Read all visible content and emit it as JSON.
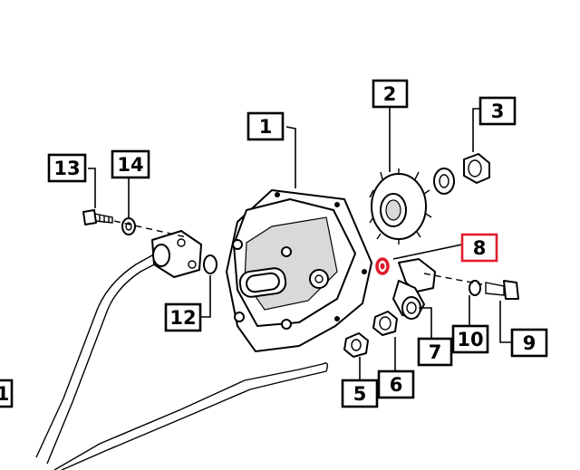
{
  "callouts": [
    {
      "id": "1",
      "label": "1"
    },
    {
      "id": "2",
      "label": "2"
    },
    {
      "id": "3",
      "label": "3"
    },
    {
      "id": "5",
      "label": "5"
    },
    {
      "id": "6",
      "label": "6"
    },
    {
      "id": "7",
      "label": "7"
    },
    {
      "id": "8",
      "label": "8",
      "highlighted": true
    },
    {
      "id": "9",
      "label": "9"
    },
    {
      "id": "10",
      "label": "10"
    },
    {
      "id": "12",
      "label": "12"
    },
    {
      "id": "13",
      "label": "13"
    },
    {
      "id": "14",
      "label": "14"
    },
    {
      "id": "edge",
      "label": "1"
    }
  ],
  "colors": {
    "highlight": "#e11d2e",
    "ink": "#000000",
    "paper": "#ffffff"
  }
}
